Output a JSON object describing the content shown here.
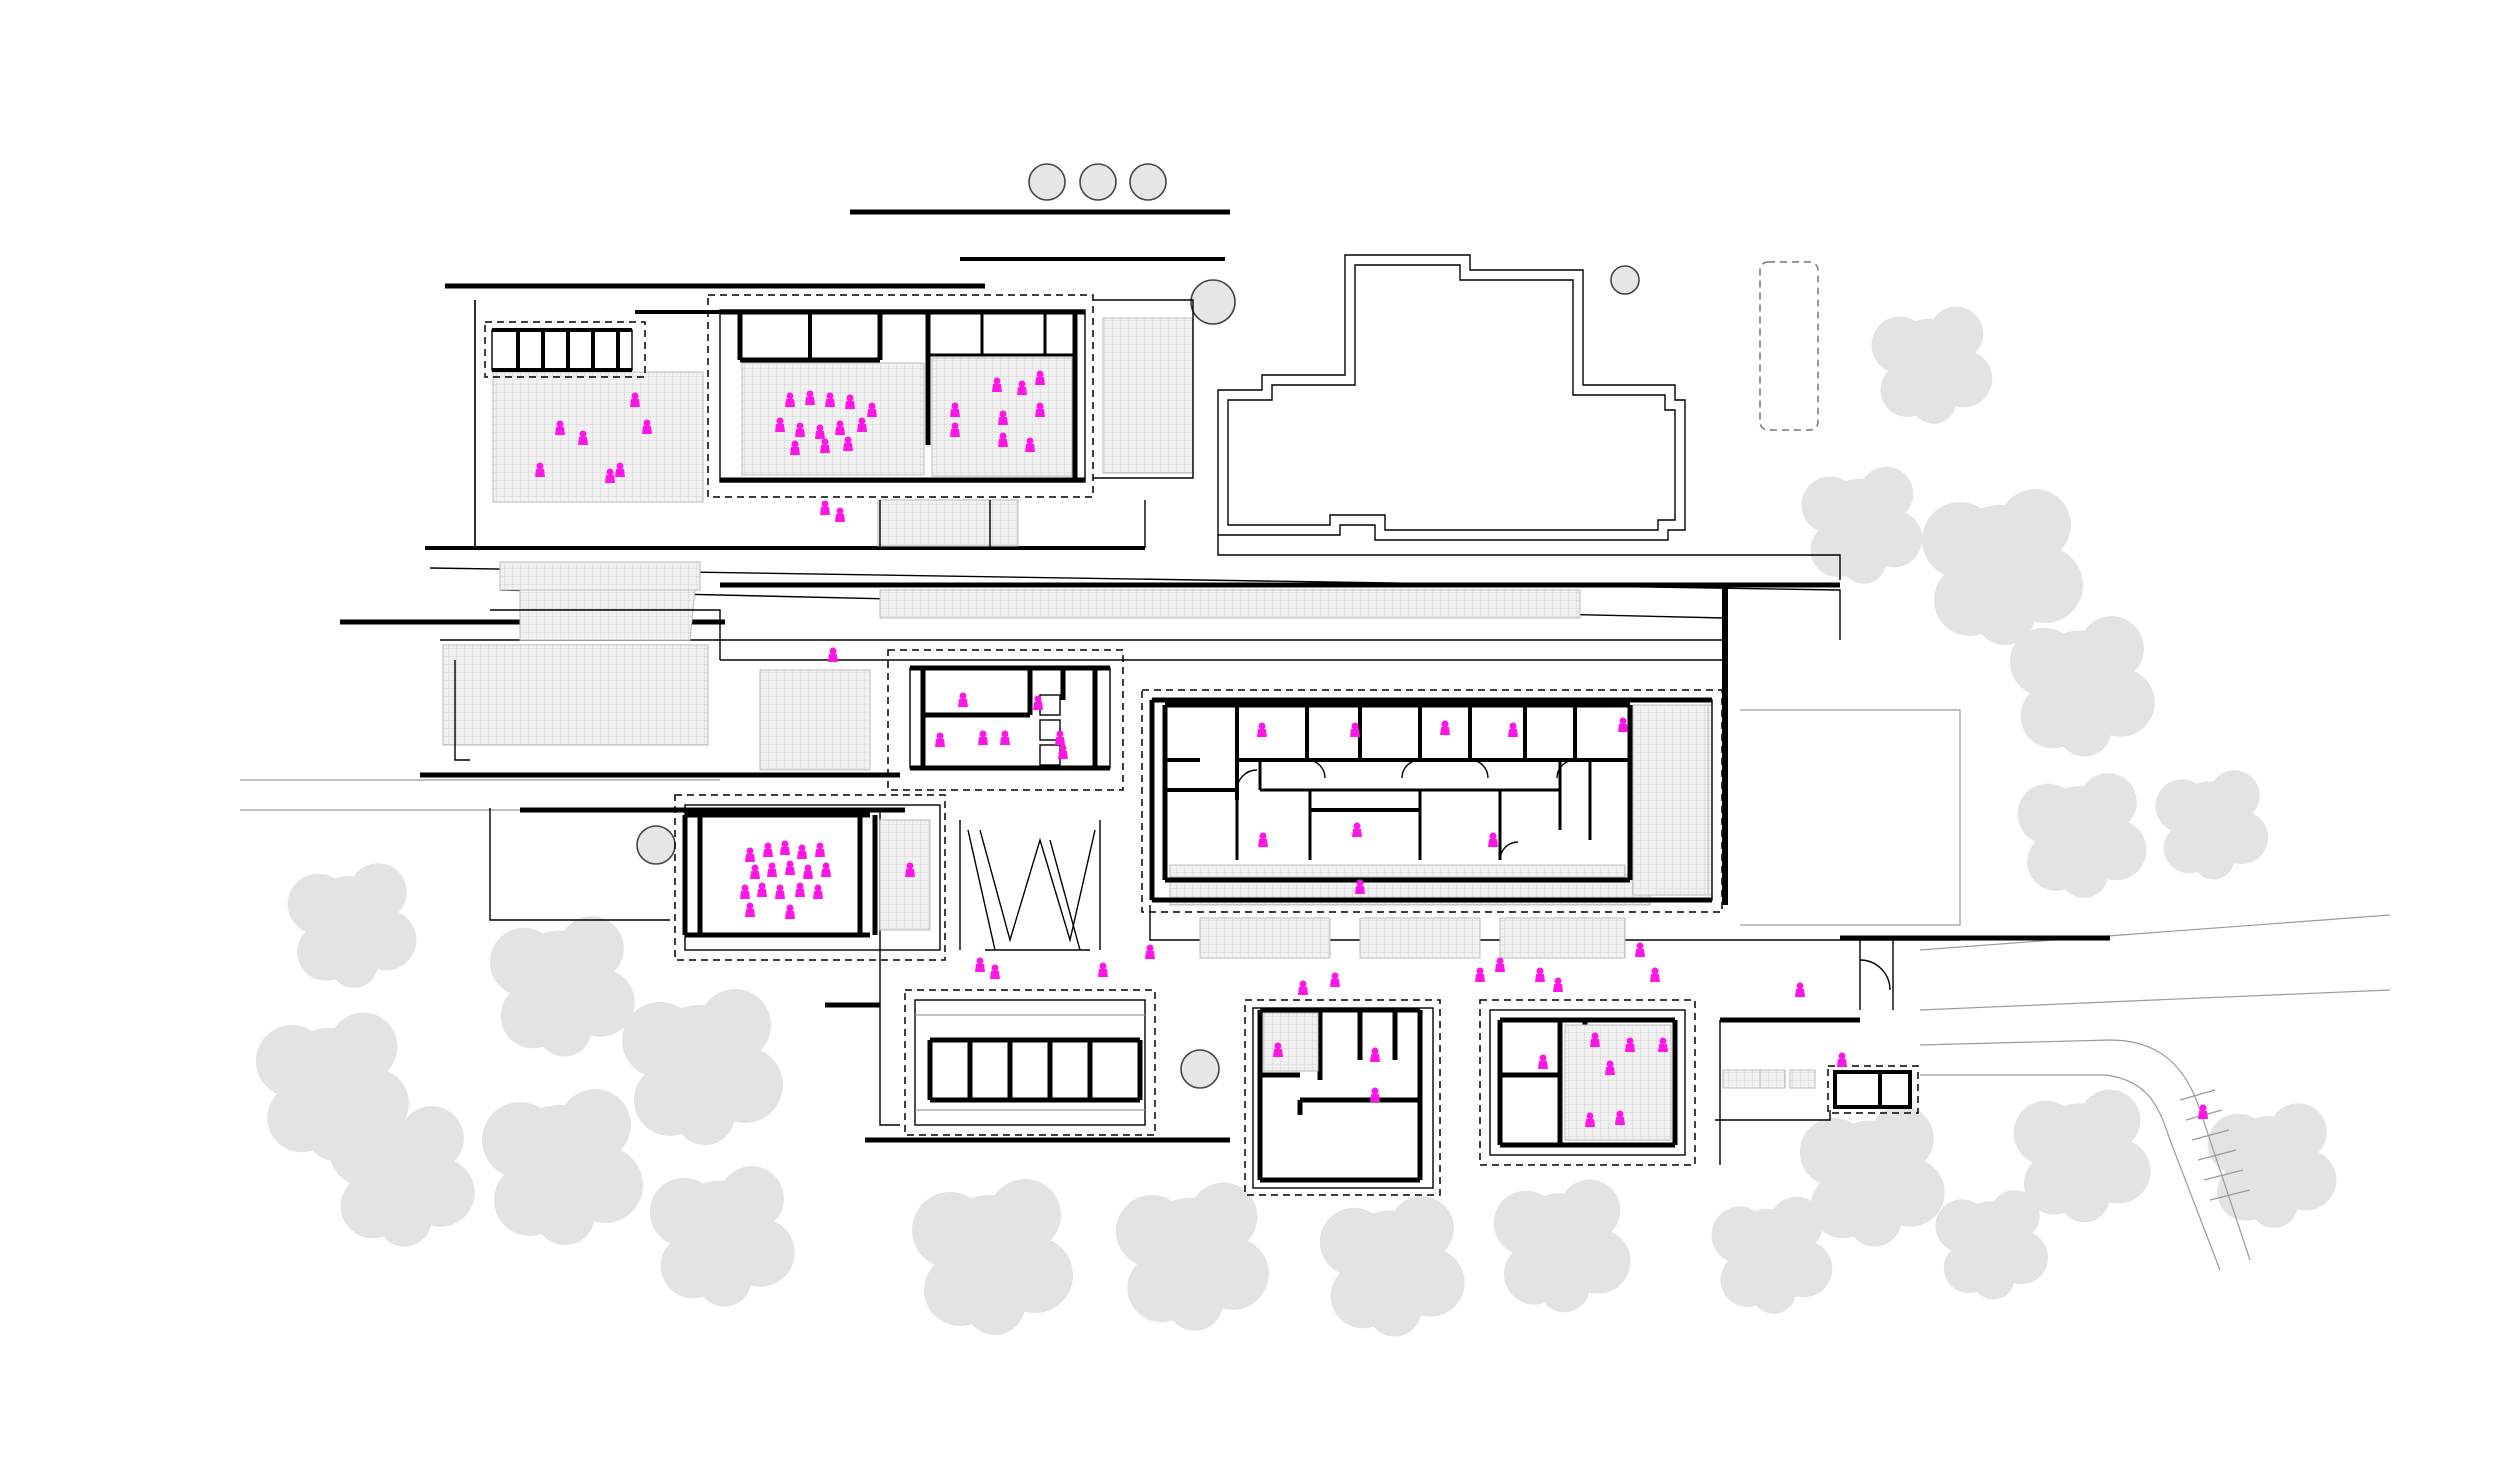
{
  "drawing": {
    "kind": "architectural floor plan",
    "colors": {
      "walls": "#000000",
      "paving_hatch": "#dcdcdc",
      "trees": "#e3e3e3",
      "people": "#ff16e6",
      "background": "#ffffff"
    },
    "elements": {
      "buildings": [
        "north-pavilion",
        "north-annex",
        "existing-building",
        "central-block",
        "main-ward-block",
        "classroom-block",
        "south-block-1",
        "south-block-2",
        "south-block-3",
        "gate-house"
      ],
      "icons": [
        "tree-icon",
        "column-icon",
        "person-icon",
        "door-swing-icon"
      ]
    }
  }
}
